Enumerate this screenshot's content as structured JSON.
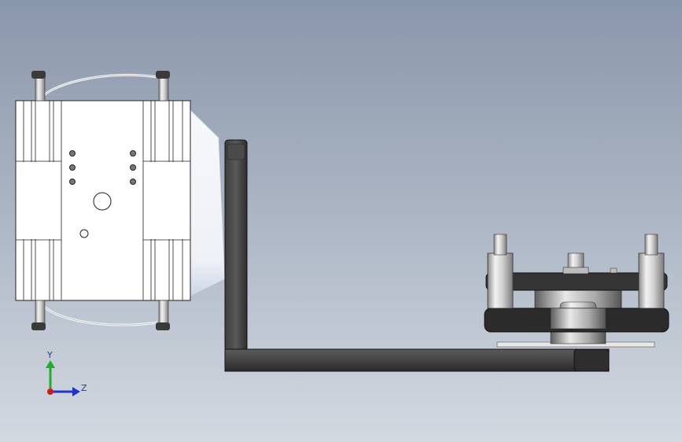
{
  "view": {
    "background_top": "#8a97ab",
    "background_bottom": "#d3d9e1"
  },
  "triad": {
    "y_label": "Y",
    "z_label": "Z",
    "y_color": "#1fae2a",
    "z_color": "#2233c8",
    "x_color": "#d11a1a"
  },
  "parts": [
    "gripper-body",
    "air-fittings",
    "l-bracket",
    "rotary-actuator"
  ]
}
